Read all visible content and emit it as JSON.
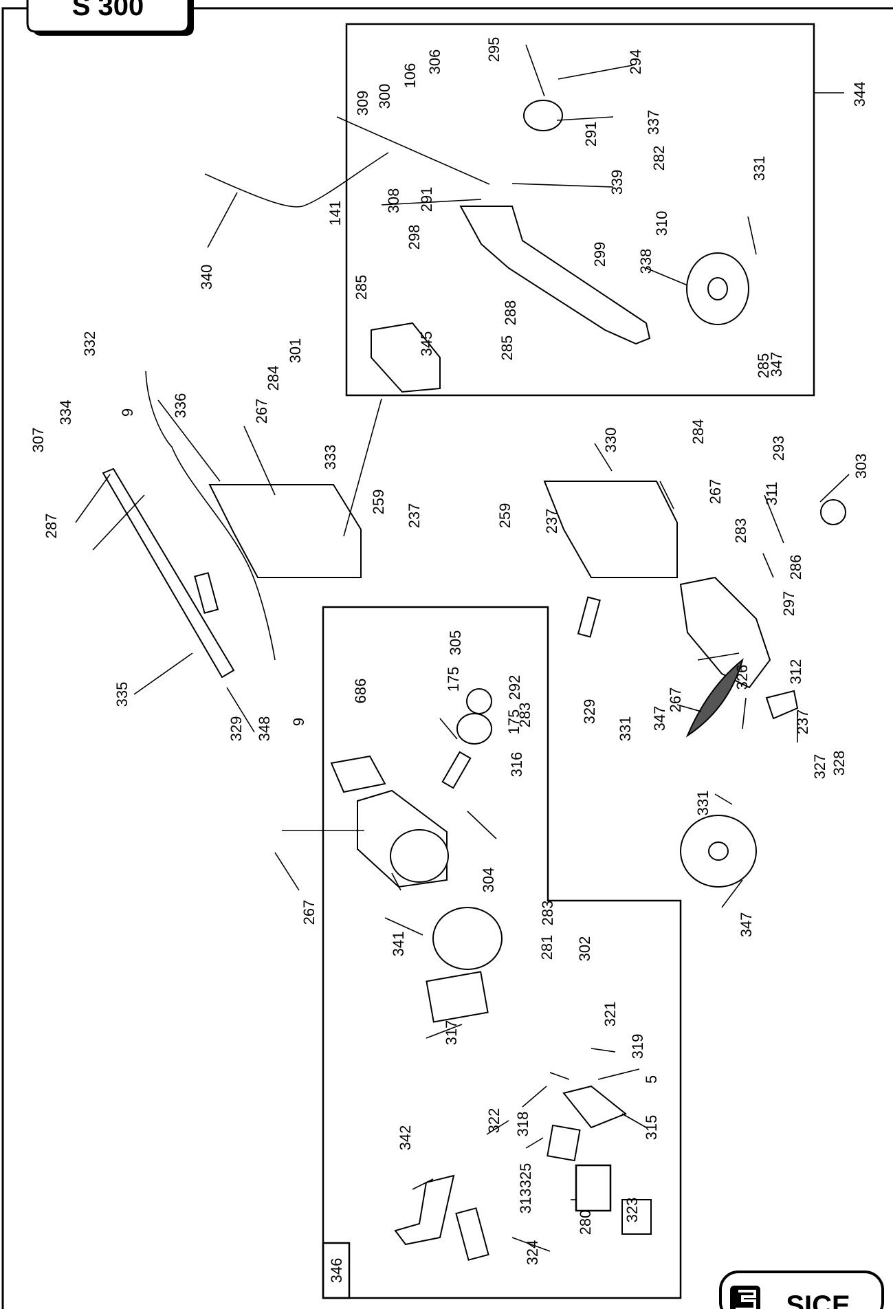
{
  "header": {
    "model_tab": "S 300"
  },
  "logo": {
    "text": "SICE"
  },
  "boxes": {
    "lower_group_label": "346"
  },
  "part_numbers": [
    "5",
    "9",
    "9",
    "106",
    "141",
    "175",
    "175",
    "237",
    "237",
    "237",
    "259",
    "259",
    "267",
    "267",
    "267",
    "267",
    "280",
    "281",
    "282",
    "283",
    "283",
    "283",
    "284",
    "284",
    "285",
    "285",
    "285",
    "286",
    "287",
    "288",
    "291",
    "291",
    "292",
    "293",
    "294",
    "295",
    "297",
    "298",
    "299",
    "300",
    "301",
    "302",
    "303",
    "304",
    "305",
    "306",
    "307",
    "308",
    "309",
    "310",
    "311",
    "312",
    "313",
    "315",
    "316",
    "317",
    "318",
    "319",
    "321",
    "322",
    "323",
    "324",
    "325",
    "326",
    "327",
    "328",
    "329",
    "329",
    "330",
    "331",
    "331",
    "331",
    "332",
    "333",
    "334",
    "335",
    "336",
    "337",
    "338",
    "339",
    "340",
    "341",
    "342",
    "344",
    "345",
    "347",
    "347",
    "347",
    "348",
    "686"
  ]
}
